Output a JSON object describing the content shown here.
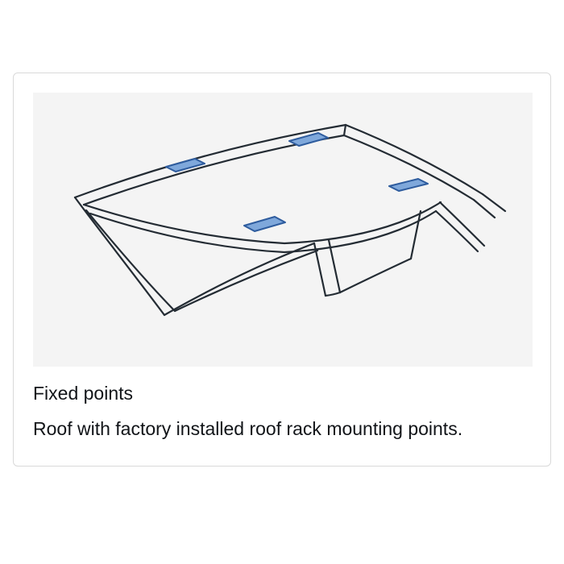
{
  "card": {
    "title": "Fixed points",
    "description": "Roof with factory installed roof rack mounting points."
  },
  "illustration": {
    "name": "car-roof-with-fixed-mounting-points",
    "colors": {
      "line": "#242c34",
      "pad_fill": "#7fa8db",
      "pad_stroke": "#2e5c9e",
      "background": "#f4f4f4"
    }
  }
}
